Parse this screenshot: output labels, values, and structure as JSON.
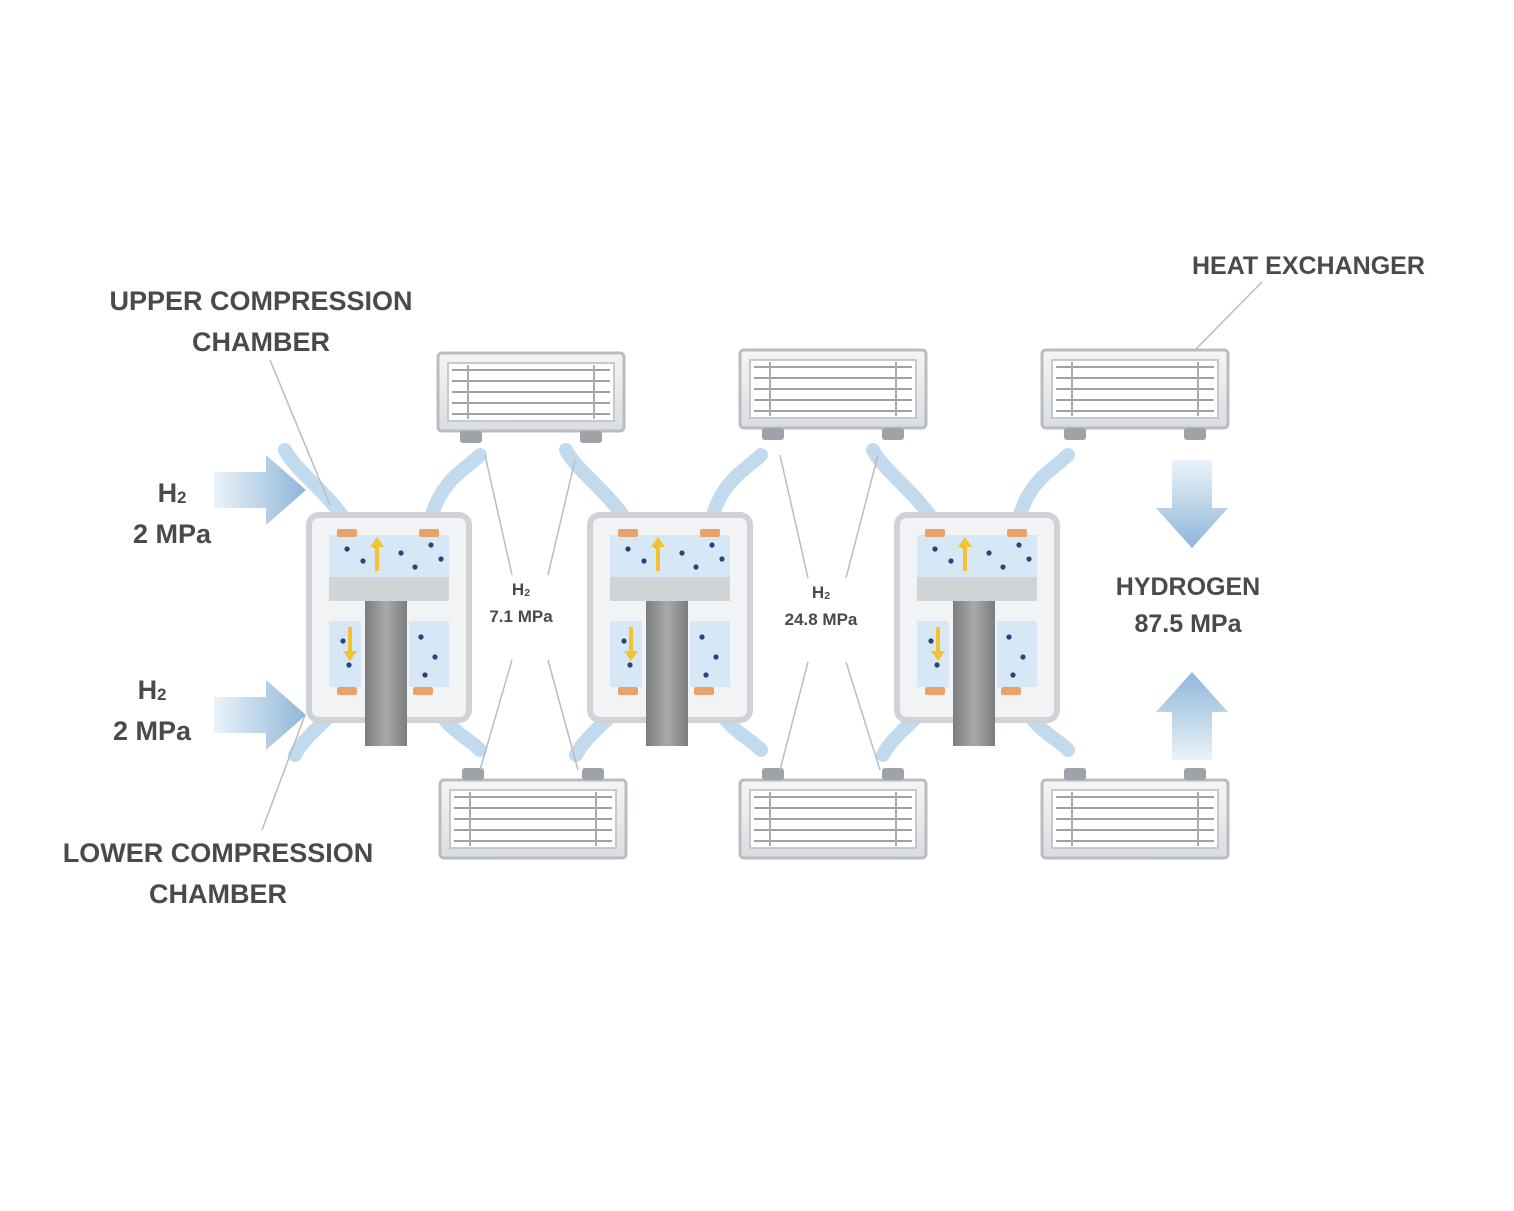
{
  "labels": {
    "heat_exchanger": "HEAT EXCHANGER",
    "upper_chamber_line1": "UPPER COMPRESSION",
    "upper_chamber_line2": "CHAMBER",
    "lower_chamber_line1": "LOWER COMPRESSION",
    "lower_chamber_line2": "CHAMBER",
    "inlet_upper_gas": "H",
    "inlet_upper_gas_sub": "2",
    "inlet_upper_pressure": "2 MPa",
    "inlet_lower_gas": "H",
    "inlet_lower_gas_sub": "2",
    "inlet_lower_pressure": "2 MPa",
    "stage1_gas": "H",
    "stage1_gas_sub": "2",
    "stage1_pressure": "7.1 MPa",
    "stage2_gas": "H",
    "stage2_gas_sub": "2",
    "stage2_pressure": "24.8 MPa",
    "output_name": "HYDROGEN",
    "output_pressure": "87.5 MPa"
  },
  "colors": {
    "label_text": "#4a4a4a",
    "flow_arrow": "#b7d3ea",
    "chamber_fill": "#d6e8f5",
    "frame": "#cfd3d7",
    "piston": "#8d8f91",
    "seal": "#e8a36a",
    "motion_arrow": "#f2c230",
    "dots": "#2e3f7a"
  }
}
